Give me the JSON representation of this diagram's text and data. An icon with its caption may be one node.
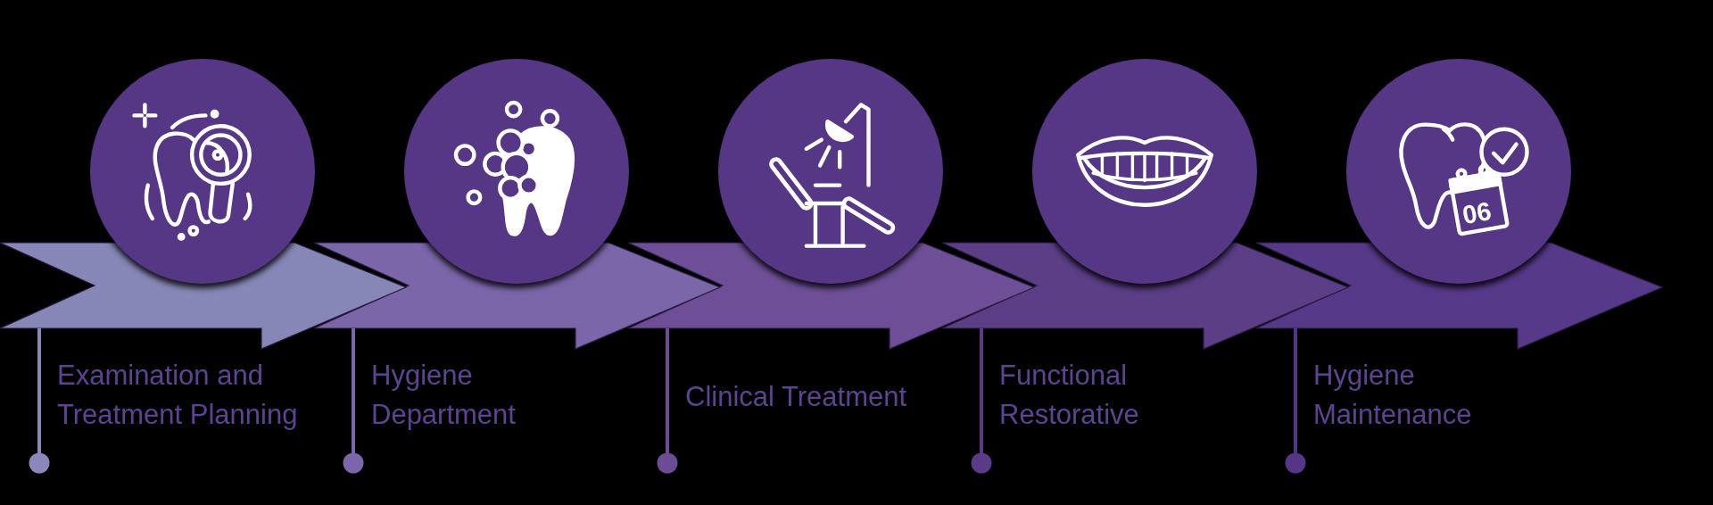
{
  "diagram": {
    "nodes": [
      {
        "text": [
          "Examination and Treatment Planning"
        ]
      },
      {
        "text": [
          "Hygiene Department"
        ]
      },
      {
        "text": [
          "Clinical Treatment"
        ]
      },
      {
        "text": [
          "Functional Restorative"
        ]
      },
      {
        "text": [
          "Hygiene Maintenance"
        ]
      }
    ],
    "edges": [
      {
        "from": 0,
        "to": 1,
        "arrow": "to"
      },
      {
        "from": 1,
        "to": 2,
        "arrow": "to"
      },
      {
        "from": 2,
        "to": 3,
        "arrow": "to"
      },
      {
        "from": 3,
        "to": 4,
        "arrow": "to"
      },
      {
        "from": 4,
        "to": null,
        "arrow": "to"
      }
    ],
    "labels": [
      "06"
    ]
  }
}
